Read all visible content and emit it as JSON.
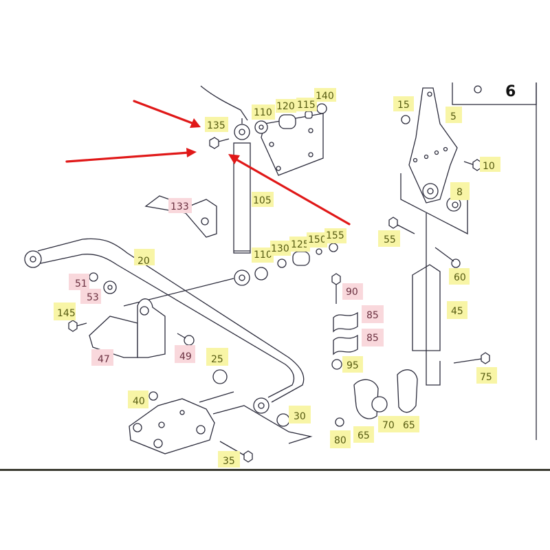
{
  "diagram": {
    "title": "Rear suspension parts diagram",
    "corner_label": "6",
    "colors": {
      "label_highlight": "#f8f5a6",
      "label_highlight_alt": "#f9d8dc",
      "arrow": "#e01818",
      "line": "#2a2a3a"
    },
    "labels": {
      "l135": "135",
      "l110a": "110",
      "l120": "120",
      "l115": "115",
      "l140": "140",
      "l15": "15",
      "l5": "5",
      "l10": "10",
      "l133": "133",
      "l105": "105",
      "l8": "8",
      "l55": "55",
      "l110b": "110",
      "l130": "130",
      "l125": "125",
      "l150": "150",
      "l155": "155",
      "l60": "60",
      "l20": "20",
      "l51": "51",
      "l53": "53",
      "l90": "90",
      "l145": "145",
      "l85a": "85",
      "l45": "45",
      "l85b": "85",
      "l47": "47",
      "l49": "49",
      "l25": "25",
      "l95": "95",
      "l75": "75",
      "l40": "40",
      "l30": "30",
      "l65a": "65",
      "l70": "70",
      "l65b": "65",
      "l80": "80",
      "l35": "35"
    }
  }
}
